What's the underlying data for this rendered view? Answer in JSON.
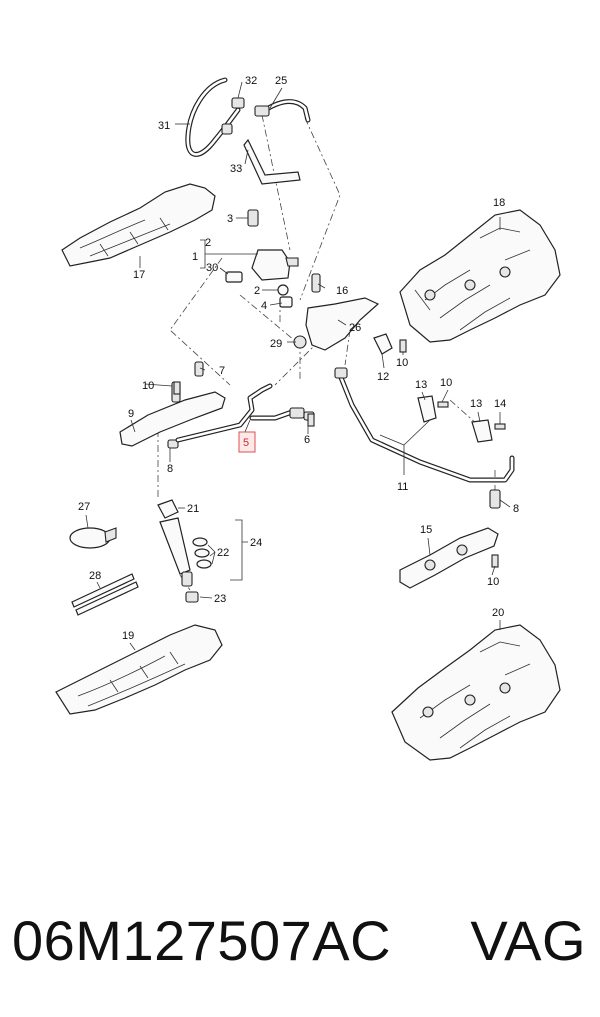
{
  "callouts": {
    "c1": "1",
    "c2a": "2",
    "c2b": "2",
    "c3": "3",
    "c4": "4",
    "c5": "5",
    "c6": "6",
    "c7": "7",
    "c8a": "8",
    "c8b": "8",
    "c9": "9",
    "c10a": "10",
    "c10b": "10",
    "c10c": "10",
    "c10d": "10",
    "c11": "11",
    "c12": "12",
    "c13a": "13",
    "c13b": "13",
    "c14": "14",
    "c15": "15",
    "c16": "16",
    "c17": "17",
    "c18": "18",
    "c19": "19",
    "c20": "20",
    "c21": "21",
    "c22": "22",
    "c23": "23",
    "c24": "24",
    "c25": "25",
    "c26": "26",
    "c27": "27",
    "c28": "28",
    "c29": "29",
    "c30": "30",
    "c31": "31",
    "c32": "32",
    "c33": "33"
  },
  "highlight_color": "#d9534f",
  "footer": {
    "part_number": "06M127507AC",
    "brand": "VAG"
  }
}
